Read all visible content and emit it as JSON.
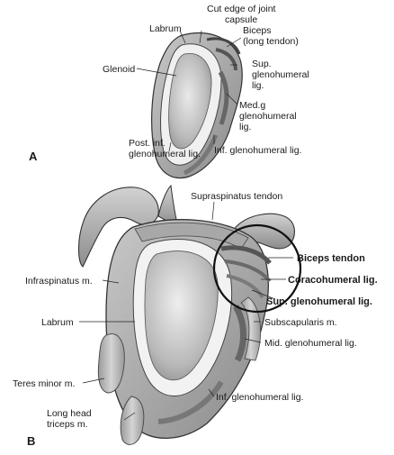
{
  "panel_a": {
    "letter": "A",
    "labels": {
      "cut_edge_1": "Cut edge of joint",
      "cut_edge_2": "capsule",
      "labrum": "Labrum",
      "biceps_1": "Biceps",
      "biceps_2": "(long tendon)",
      "glenoid": "Glenoid",
      "sup_1": "Sup.",
      "sup_2": "glenohumeral",
      "sup_3": "lig.",
      "med_1": "Med.g",
      "med_2": "glenohumeral",
      "med_3": "lig.",
      "post_inf_1": "Post. inf.",
      "post_inf_2": "glenohumeral lig.",
      "inf": "Inf. glenohumeral lig."
    }
  },
  "panel_b": {
    "letter": "B",
    "labels": {
      "supraspinatus": "Supraspinatus tendon",
      "infraspinatus": "Infraspinatus m.",
      "biceps_tendon": "Biceps tendon",
      "coracohumeral": "Coracohumeral lig.",
      "sup_gh": "Sup. glenohumeral lig.",
      "labrum": "Labrum",
      "subscapularis": "Subscapularis m.",
      "mid_gh": "Mid. glenohumeral lig.",
      "teres_minor": "Teres minor m.",
      "inf_gh": "Inf. glenohumeral lig.",
      "long_head_1": "Long head",
      "long_head_2": "triceps m."
    }
  }
}
